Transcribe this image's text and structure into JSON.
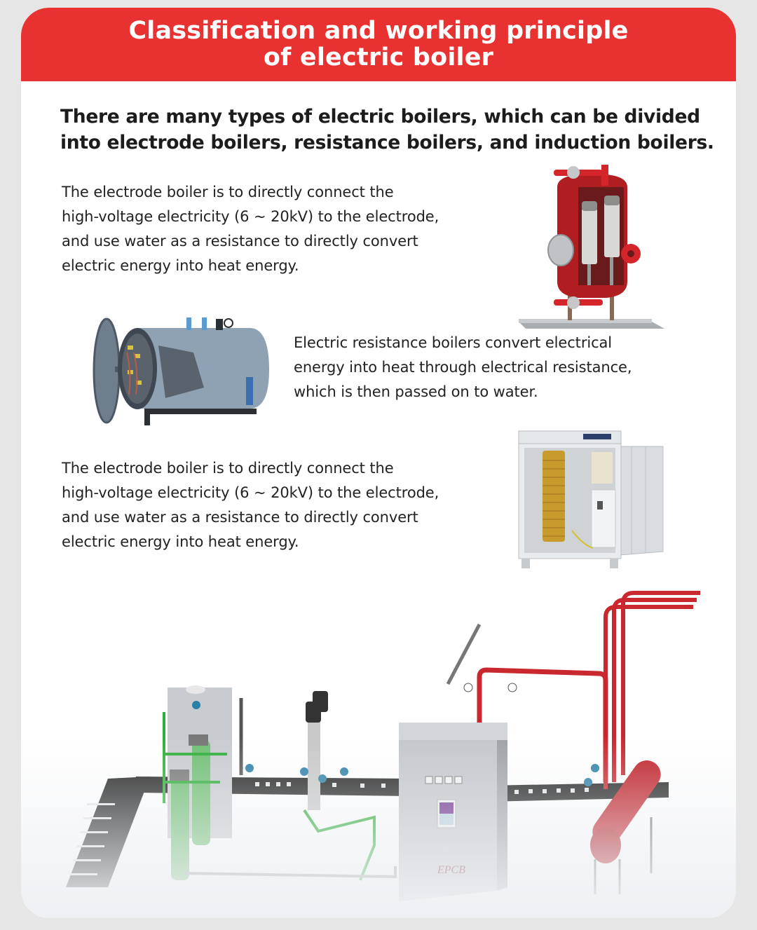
{
  "header": {
    "title_line1": "Classification and working principle",
    "title_line2": "of electric boiler",
    "background_color": "#e83131"
  },
  "intro": {
    "line1": "There are many types of electric boilers, which can be divided",
    "line2": "into electrode boilers, resistance boilers, and induction boilers."
  },
  "sections": [
    {
      "lines": [
        "The electrode boiler is to directly connect the",
        "high-voltage electricity (6 ~ 20kV) to the electrode,",
        "and use water as a resistance to directly convert",
        "electric energy into heat energy."
      ],
      "image": "electrode-boiler-cutaway-illustration"
    },
    {
      "lines": [
        "Electric resistance boilers convert electrical",
        "energy into heat through electrical resistance,",
        "which is then passed on to water."
      ],
      "image": "resistance-boiler-cutaway-illustration"
    },
    {
      "lines": [
        "The electrode boiler is to directly connect the",
        "high-voltage electricity (6 ~ 20kV) to the electrode,",
        "and use water as a resistance to directly convert",
        "electric energy into heat energy."
      ],
      "image": "induction-boiler-cabinet-illustration"
    }
  ],
  "system_diagram": {
    "image": "electric-boiler-system-layout-illustration",
    "brand_label": "EPCB"
  }
}
